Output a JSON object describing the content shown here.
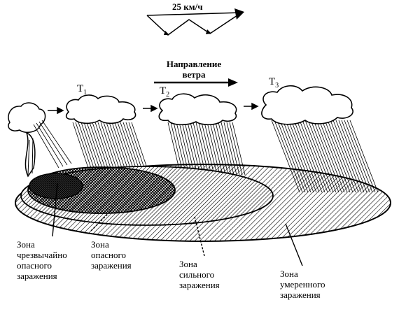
{
  "speed": {
    "label": "25 км/ч"
  },
  "wind": {
    "label": "Направление\nветра"
  },
  "times": [
    {
      "letter": "T",
      "sub": "1"
    },
    {
      "letter": "T",
      "sub": "2"
    },
    {
      "letter": "T",
      "sub": "3"
    }
  ],
  "zones": [
    {
      "label": "Зона\nчрезвычайно\nопасного\nзаражения"
    },
    {
      "label": "Зона\nопасного\nзаражения"
    },
    {
      "label": "Зона\nсильного\nзаражения"
    },
    {
      "label": "Зона\nумеренного\nзаражения"
    }
  ]
}
